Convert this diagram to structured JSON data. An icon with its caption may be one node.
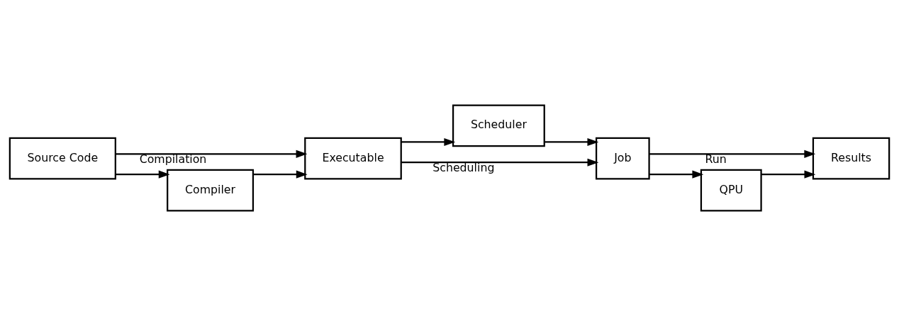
{
  "diagram": {
    "nodes": [
      {
        "text": [
          "Source Code"
        ]
      },
      {
        "text": [
          "Executable"
        ]
      },
      {
        "text": [
          "Scheduler"
        ]
      },
      {
        "text": [
          "Job"
        ]
      },
      {
        "text": [
          "Results"
        ]
      },
      {
        "text": [
          "Compiler"
        ]
      },
      {
        "text": [
          "QPU"
        ]
      }
    ],
    "edges": [
      {
        "from": 0,
        "to": 1,
        "arrow": "to",
        "label": "Compilation"
      },
      {
        "from": 0,
        "to": 5,
        "arrow": "to"
      },
      {
        "from": 5,
        "to": 1,
        "arrow": "to"
      },
      {
        "from": 1,
        "to": 2,
        "arrow": "to"
      },
      {
        "from": 2,
        "to": 3,
        "arrow": "to"
      },
      {
        "from": 1,
        "to": 3,
        "arrow": "to",
        "label": "Scheduling"
      },
      {
        "from": 3,
        "to": 4,
        "arrow": "to",
        "label": "Run"
      },
      {
        "from": 3,
        "to": 6,
        "arrow": "to"
      },
      {
        "from": 6,
        "to": 4,
        "arrow": "to"
      }
    ]
  }
}
